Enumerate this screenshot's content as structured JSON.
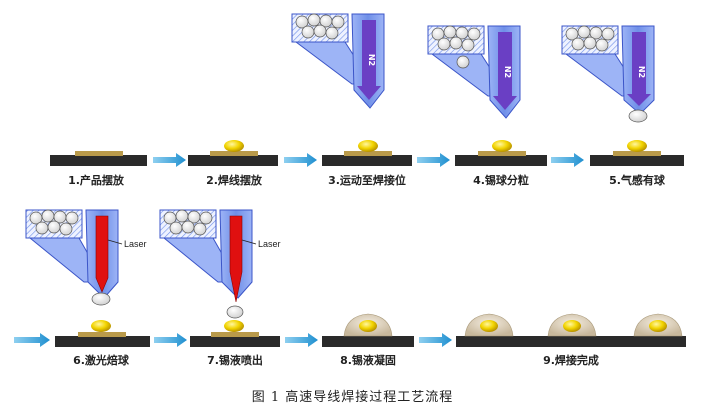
{
  "steps": [
    {
      "label": "1.产品摆放"
    },
    {
      "label": "2.焊线摆放"
    },
    {
      "label": "3.运动至焊接位"
    },
    {
      "label": "4.锡球分粒"
    },
    {
      "label": "5.气感有球"
    },
    {
      "label": "6.激光焙球"
    },
    {
      "label": "7.锡液喷出"
    },
    {
      "label": "8.锡液凝固"
    },
    {
      "label": "9.焊接完成"
    }
  ],
  "nozzle_gas_label": "N2",
  "laser_label": "Laser",
  "caption": "图 1 高速导线焊接过程工艺流程",
  "colors": {
    "nozzle_blue": "#7f9ef0",
    "nozzle_dark": "#3b55c8",
    "arrow_purple": "#6a3fc4",
    "laser_red": "#e01010",
    "flow_arrow": "#2aa0d8",
    "substrate": "#2a2a2a",
    "pad": "#b99a4a",
    "solder": "#f0d400"
  }
}
